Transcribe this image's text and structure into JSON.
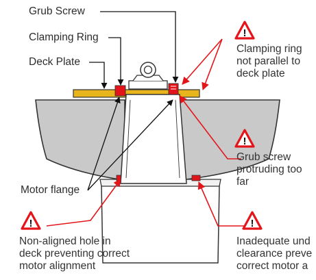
{
  "diagram": {
    "labels": {
      "grub_screw": "Grub Screw",
      "clamping_ring": "Clamping Ring",
      "deck_plate": "Deck Plate",
      "motor_flange": "Motor flange"
    },
    "warnings": [
      {
        "id": "clamping-ring-not-parallel",
        "text": "Clamping ring\nnot parallel to\ndeck plate"
      },
      {
        "id": "grub-screw-protruding",
        "text": "Grub screw\nprotruding too\nfar"
      },
      {
        "id": "non-aligned-hole",
        "text": "Non-aligned hole in\ndeck preventing correct\nmotor alignment"
      },
      {
        "id": "inadequate-clearance",
        "text": "Inadequate und\nclearance preve\ncorrect motor a"
      }
    ],
    "warning_symbol": "!",
    "warning_icon": "warning-triangle-icon",
    "colors": {
      "deck_plate": "#e8b51d",
      "clamp": "#e3151a",
      "warning": "#e3151a",
      "deck_section": "#c9c9c9",
      "outline": "#333333",
      "leader": "#111111"
    }
  }
}
